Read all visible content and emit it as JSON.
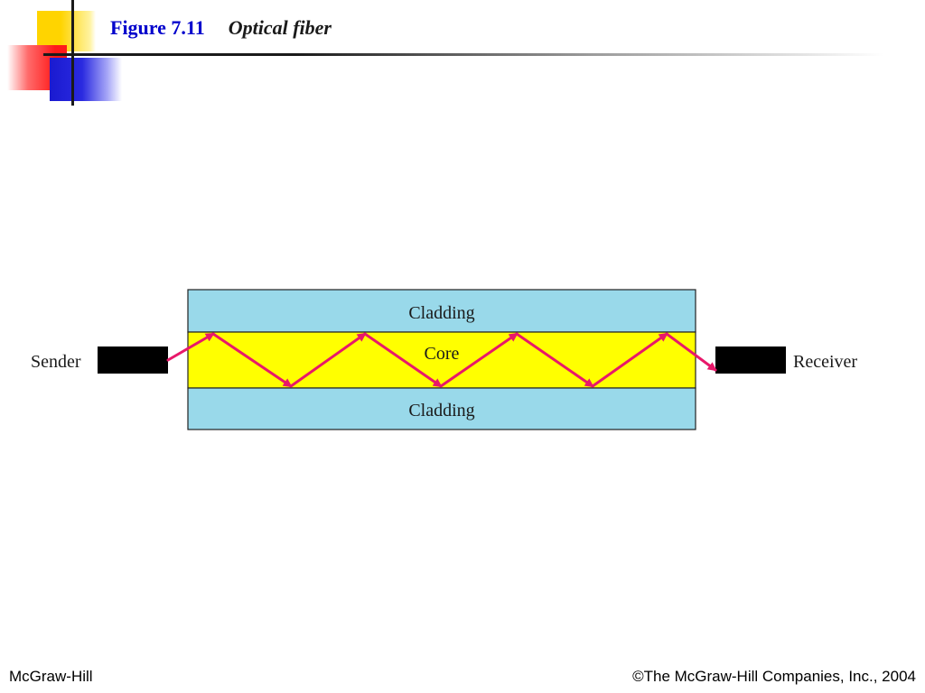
{
  "slide": {
    "figure_label": "Figure 7.11",
    "figure_title": "Optical fiber"
  },
  "diagram": {
    "labels": {
      "sender": "Sender",
      "receiver": "Receiver",
      "cladding_top": "Cladding",
      "core": "Core",
      "cladding_bottom": "Cladding"
    },
    "colors": {
      "cladding": "#99d9ea",
      "core": "#ffff00",
      "light_ray": "#e8186a",
      "device": "#000000"
    }
  },
  "footer": {
    "left": "McGraw-Hill",
    "right": "©The McGraw-Hill Companies, Inc., 2004"
  }
}
